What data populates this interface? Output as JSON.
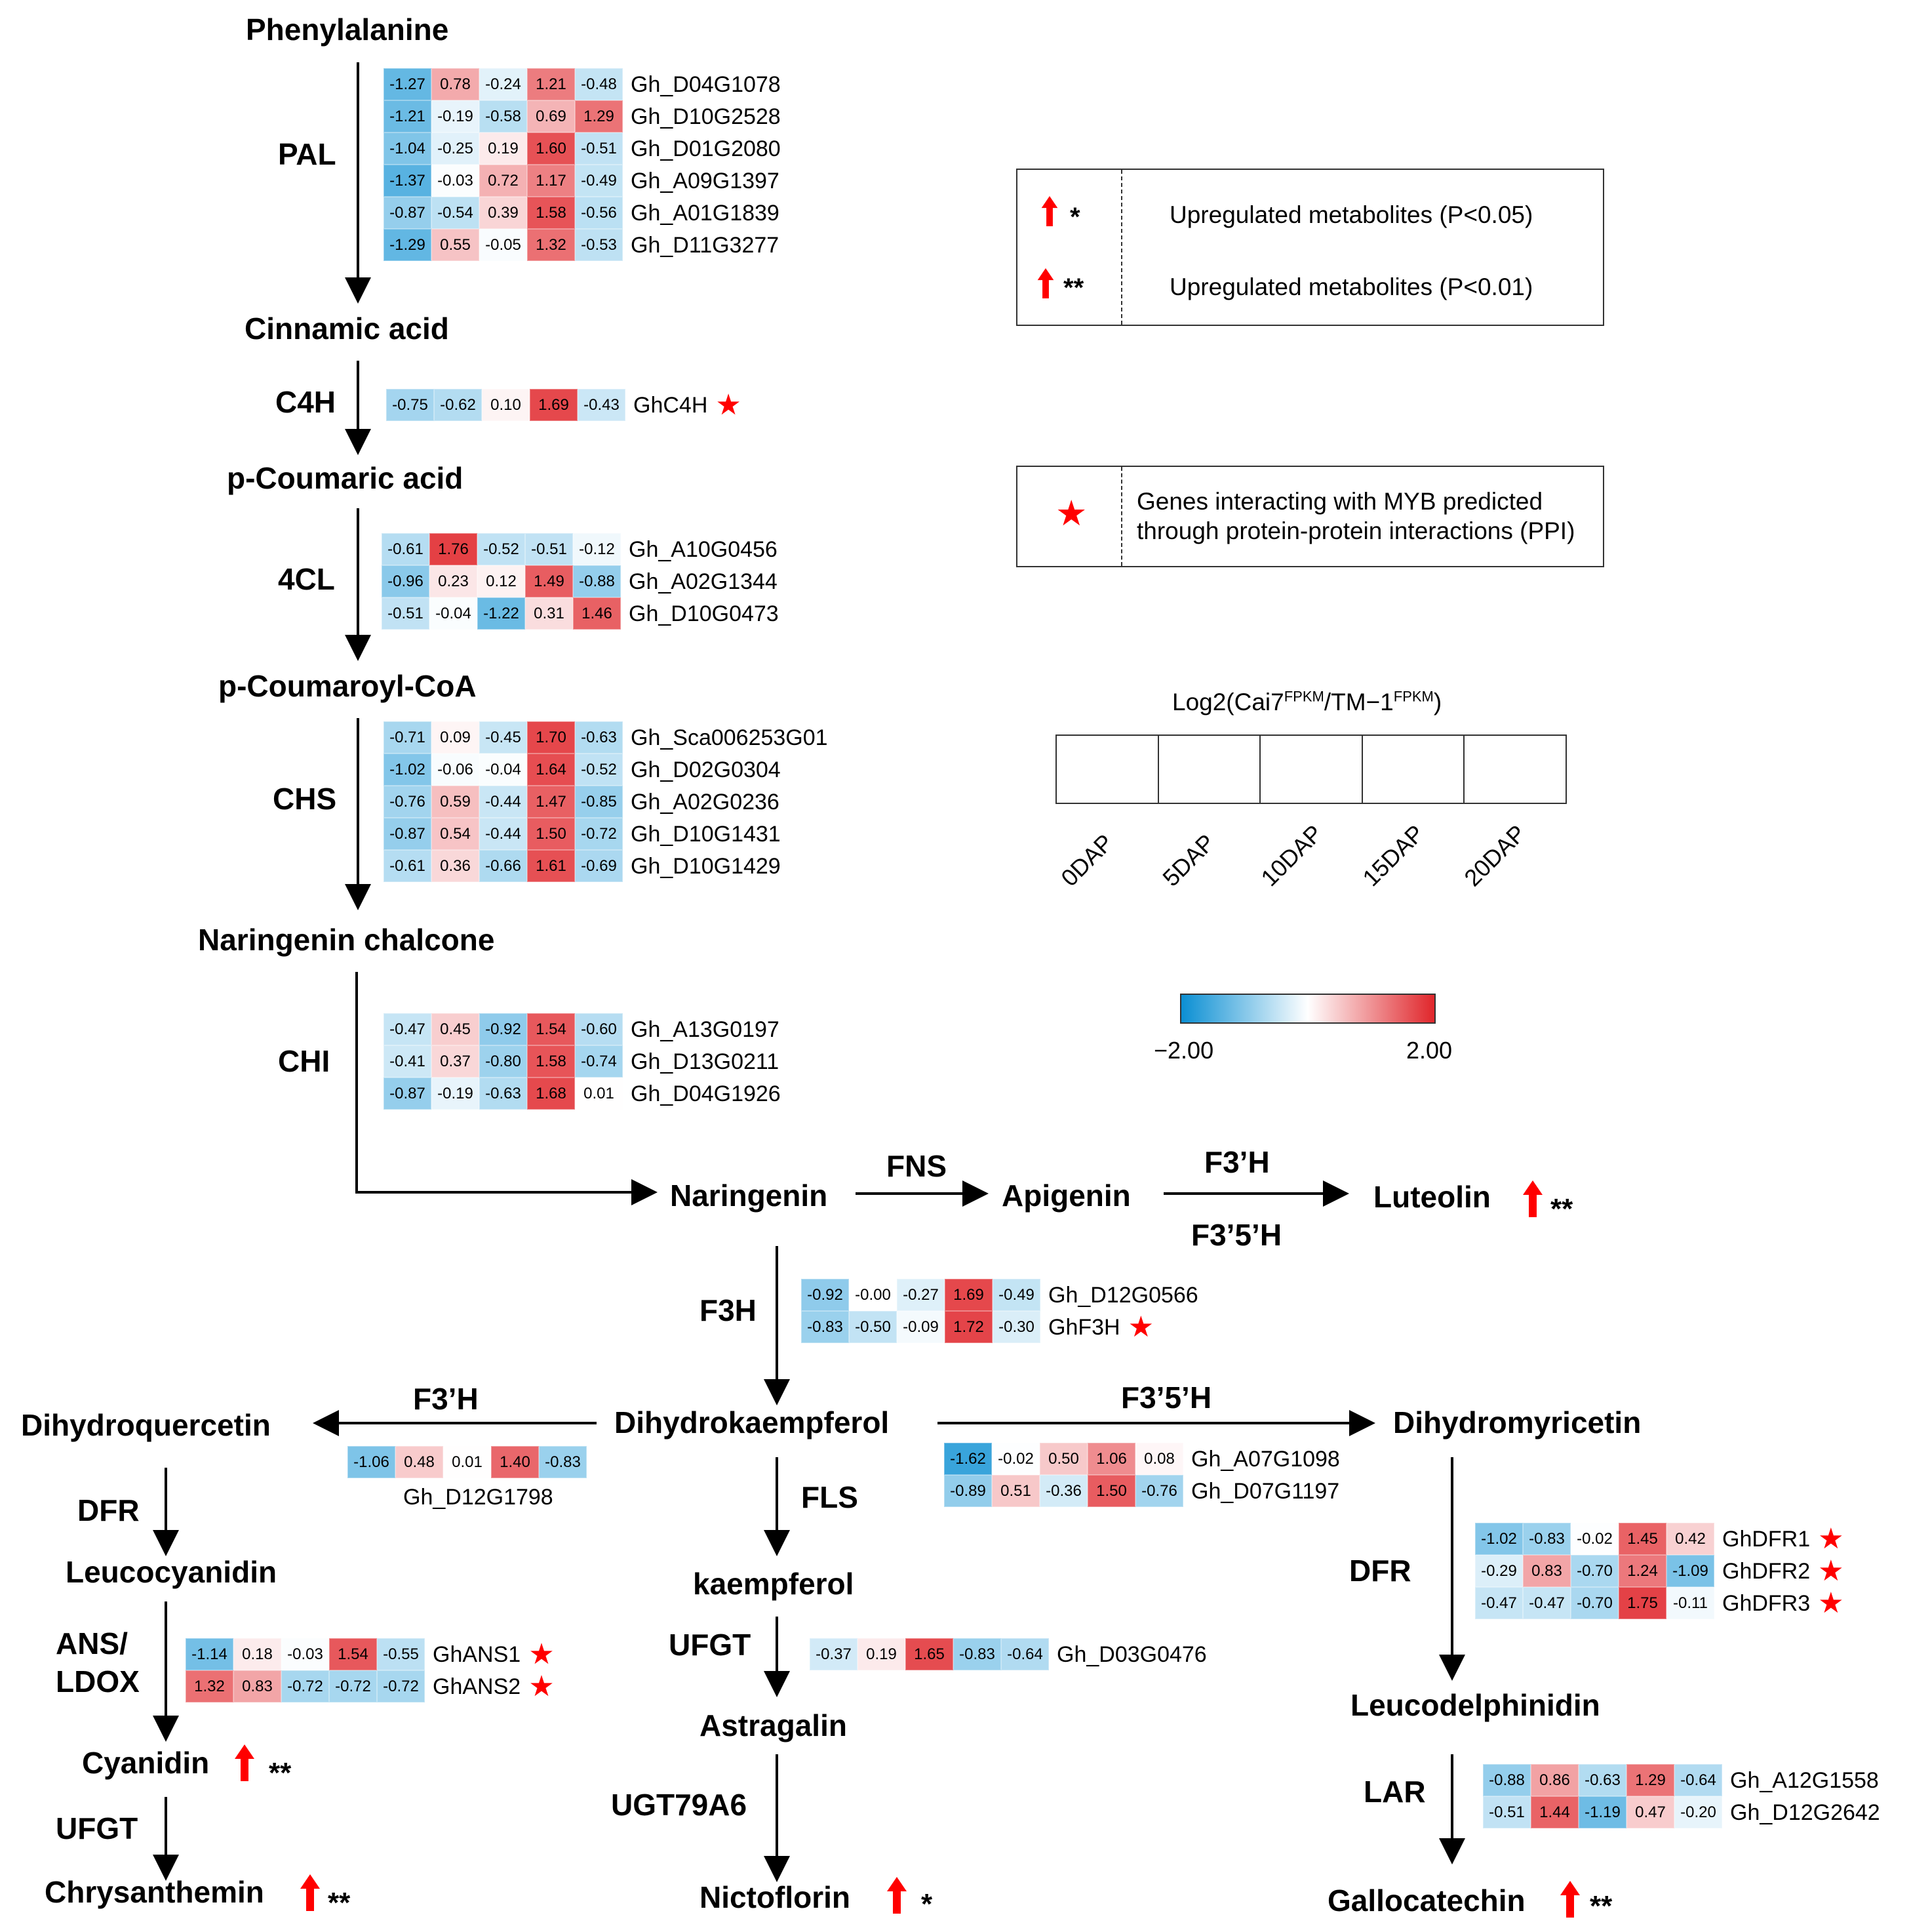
{
  "compounds": {
    "phenylalanine": "Phenylalanine",
    "cinnamic": "Cinnamic acid",
    "pcoumaric": "p-Coumaric acid",
    "pcoumaroyl": "p-Coumaroyl-CoA",
    "naringenin_chalcone": "Naringenin chalcone",
    "naringenin": "Naringenin",
    "apigenin": "Apigenin",
    "luteolin": "Luteolin",
    "dihydrokaempferol": "Dihydrokaempferol",
    "dihydroquercetin": "Dihydroquercetin",
    "dihydromyricetin": "Dihydromyricetin",
    "leucocyanidin": "Leucocyanidin",
    "cyanidin": "Cyanidin",
    "chrysanthemin": "Chrysanthemin",
    "kaempferol": "kaempferol",
    "astragalin": "Astragalin",
    "nictoflorin": "Nictoflorin",
    "leucodelphinidin": "Leucodelphinidin",
    "gallocatechin": "Gallocatechin"
  },
  "enzymes": {
    "pal": "PAL",
    "c4h": "C4H",
    "cl4": "4CL",
    "chs": "CHS",
    "chi": "CHI",
    "fns": "FNS",
    "f3h_top": "F3’H",
    "f35h_top": "F3’5’H",
    "f3h": "F3H",
    "f3ph_left": "F3’H",
    "f35h_right": "F3’5’H",
    "fls": "FLS",
    "dfr_left": "DFR",
    "ans1": "ANS/",
    "ans2": "LDOX",
    "ufgt_left": "UFGT",
    "ufgt_mid": "UFGT",
    "ugt": "UGT79A6",
    "dfr_right": "DFR",
    "lar": "LAR"
  },
  "significance": {
    "luteolin": "**",
    "cyanidin": "**",
    "chrysanthemin": "**",
    "nictoflorin": "*",
    "gallocatechin": "**"
  },
  "heatmaps": {
    "pal": {
      "genes": [
        "Gh_D04G1078",
        "Gh_D10G2528",
        "Gh_D01G2080",
        "Gh_A09G1397",
        "Gh_A01G1839",
        "Gh_D11G3277"
      ],
      "values": [
        [
          -1.27,
          0.78,
          -0.24,
          1.21,
          -0.48
        ],
        [
          -1.21,
          -0.19,
          -0.58,
          0.69,
          1.29
        ],
        [
          -1.04,
          -0.25,
          0.19,
          1.6,
          -0.51
        ],
        [
          -1.37,
          -0.03,
          0.72,
          1.17,
          -0.49
        ],
        [
          -0.87,
          -0.54,
          0.39,
          1.58,
          -0.56
        ],
        [
          -1.29,
          0.55,
          -0.05,
          1.32,
          -0.53
        ]
      ],
      "labels": [
        [
          "-1.27",
          "0.78",
          "-0.24",
          "1.21",
          "-0.48"
        ],
        [
          "-1.21",
          "-0.19",
          "-0.58",
          "0.69",
          "1.29"
        ],
        [
          "-1.04",
          "-0.25",
          "0.19",
          "1.60",
          "-0.51"
        ],
        [
          "-1.37",
          "-0.03",
          "0.72",
          "1.17",
          "-0.49"
        ],
        [
          "-0.87",
          "-0.54",
          "0.39",
          "1.58",
          "-0.56"
        ],
        [
          "-1.29",
          "0.55",
          "-0.05",
          "1.32",
          "-0.53"
        ]
      ],
      "stars": [
        false,
        false,
        false,
        false,
        false,
        false
      ]
    },
    "c4h": {
      "genes": [
        "GhC4H"
      ],
      "values": [
        [
          -0.75,
          -0.62,
          0.1,
          1.69,
          -0.43
        ]
      ],
      "labels": [
        [
          "-0.75",
          "-0.62",
          "0.10",
          "1.69",
          "-0.43"
        ]
      ],
      "stars": [
        true
      ]
    },
    "cl4": {
      "genes": [
        "Gh_A10G0456",
        "Gh_A02G1344",
        "Gh_D10G0473"
      ],
      "values": [
        [
          -0.61,
          1.76,
          -0.52,
          -0.51,
          -0.12
        ],
        [
          -0.96,
          0.23,
          0.12,
          1.49,
          -0.88
        ],
        [
          -0.51,
          -0.04,
          -1.22,
          0.31,
          1.46
        ]
      ],
      "labels": [
        [
          "-0.61",
          "1.76",
          "-0.52",
          "-0.51",
          "-0.12"
        ],
        [
          "-0.96",
          "0.23",
          "0.12",
          "1.49",
          "-0.88"
        ],
        [
          "-0.51",
          "-0.04",
          "-1.22",
          "0.31",
          "1.46"
        ]
      ],
      "stars": [
        false,
        false,
        false
      ]
    },
    "chs": {
      "genes": [
        "Gh_Sca006253G01",
        "Gh_D02G0304",
        "Gh_A02G0236",
        "Gh_D10G1431",
        "Gh_D10G1429"
      ],
      "values": [
        [
          -0.71,
          0.09,
          -0.45,
          1.7,
          -0.63
        ],
        [
          -1.02,
          -0.06,
          -0.04,
          1.64,
          -0.52
        ],
        [
          -0.76,
          0.59,
          -0.44,
          1.47,
          -0.85
        ],
        [
          -0.87,
          0.54,
          -0.44,
          1.5,
          -0.72
        ],
        [
          -0.61,
          0.36,
          -0.66,
          1.61,
          -0.69
        ]
      ],
      "labels": [
        [
          "-0.71",
          "0.09",
          "-0.45",
          "1.70",
          "-0.63"
        ],
        [
          "-1.02",
          "-0.06",
          "-0.04",
          "1.64",
          "-0.52"
        ],
        [
          "-0.76",
          "0.59",
          "-0.44",
          "1.47",
          "-0.85"
        ],
        [
          "-0.87",
          "0.54",
          "-0.44",
          "1.50",
          "-0.72"
        ],
        [
          "-0.61",
          "0.36",
          "-0.66",
          "1.61",
          "-0.69"
        ]
      ],
      "stars": [
        false,
        false,
        false,
        false,
        false
      ]
    },
    "chi": {
      "genes": [
        "Gh_A13G0197",
        "Gh_D13G0211",
        "Gh_D04G1926"
      ],
      "values": [
        [
          -0.47,
          0.45,
          -0.92,
          1.54,
          -0.6
        ],
        [
          -0.41,
          0.37,
          -0.8,
          1.58,
          -0.74
        ],
        [
          -0.87,
          -0.19,
          -0.63,
          1.68,
          0.01
        ]
      ],
      "labels": [
        [
          "-0.47",
          "0.45",
          "-0.92",
          "1.54",
          "-0.60"
        ],
        [
          "-0.41",
          "0.37",
          "-0.80",
          "1.58",
          "-0.74"
        ],
        [
          "-0.87",
          "-0.19",
          "-0.63",
          "1.68",
          "0.01"
        ]
      ],
      "stars": [
        false,
        false,
        false
      ]
    },
    "f3h": {
      "genes": [
        "Gh_D12G0566",
        "GhF3H"
      ],
      "values": [
        [
          -0.92,
          -0.0,
          -0.27,
          1.69,
          -0.49
        ],
        [
          -0.83,
          -0.5,
          -0.09,
          1.72,
          -0.3
        ]
      ],
      "labels": [
        [
          "-0.92",
          "-0.00",
          "-0.27",
          "1.69",
          "-0.49"
        ],
        [
          "-0.83",
          "-0.50",
          "-0.09",
          "1.72",
          "-0.30"
        ]
      ],
      "stars": [
        false,
        true
      ]
    },
    "f3ph": {
      "genes": [
        "Gh_D12G1798"
      ],
      "values": [
        [
          -1.06,
          0.48,
          0.01,
          1.4,
          -0.83
        ]
      ],
      "labels": [
        [
          "-1.06",
          "0.48",
          "0.01",
          "1.40",
          "-0.83"
        ]
      ],
      "stars": [
        false
      ]
    },
    "f35h": {
      "genes": [
        "Gh_A07G1098",
        "Gh_D07G1197"
      ],
      "values": [
        [
          -1.62,
          -0.02,
          0.5,
          1.06,
          0.08
        ],
        [
          -0.89,
          0.51,
          -0.36,
          1.5,
          -0.76
        ]
      ],
      "labels": [
        [
          "-1.62",
          "-0.02",
          "0.50",
          "1.06",
          "0.08"
        ],
        [
          "-0.89",
          "0.51",
          "-0.36",
          "1.50",
          "-0.76"
        ]
      ],
      "stars": [
        false,
        false
      ]
    },
    "ans": {
      "genes": [
        "GhANS1",
        "GhANS2"
      ],
      "values": [
        [
          -1.14,
          0.18,
          -0.03,
          1.54,
          -0.55
        ],
        [
          1.32,
          0.83,
          -0.72,
          -0.72,
          -0.72
        ]
      ],
      "labels": [
        [
          "-1.14",
          "0.18",
          "-0.03",
          "1.54",
          "-0.55"
        ],
        [
          "1.32",
          "0.83",
          "-0.72",
          "-0.72",
          "-0.72"
        ]
      ],
      "stars": [
        true,
        true
      ]
    },
    "ufgt": {
      "genes": [
        "Gh_D03G0476"
      ],
      "values": [
        [
          -0.37,
          0.19,
          1.65,
          -0.83,
          -0.64
        ]
      ],
      "labels": [
        [
          "-0.37",
          "0.19",
          "1.65",
          "-0.83",
          "-0.64"
        ]
      ],
      "stars": [
        false
      ]
    },
    "dfr": {
      "genes": [
        "GhDFR1",
        "GhDFR2",
        "GhDFR3"
      ],
      "values": [
        [
          -1.02,
          -0.83,
          -0.02,
          1.45,
          0.42
        ],
        [
          -0.29,
          0.83,
          -0.7,
          1.24,
          -1.09
        ],
        [
          -0.47,
          -0.47,
          -0.7,
          1.75,
          -0.11
        ]
      ],
      "labels": [
        [
          "-1.02",
          "-0.83",
          "-0.02",
          "1.45",
          "0.42"
        ],
        [
          "-0.29",
          "0.83",
          "-0.70",
          "1.24",
          "-1.09"
        ],
        [
          "-0.47",
          "-0.47",
          "-0.70",
          "1.75",
          "-0.11"
        ]
      ],
      "stars": [
        true,
        true,
        true
      ]
    },
    "lar": {
      "genes": [
        "Gh_A12G1558",
        "Gh_D12G2642"
      ],
      "values": [
        [
          -0.88,
          0.86,
          -0.63,
          1.29,
          -0.64
        ],
        [
          -0.51,
          1.44,
          -1.19,
          0.47,
          -0.2
        ]
      ],
      "labels": [
        [
          "-0.88",
          "0.86",
          "-0.63",
          "1.29",
          "-0.64"
        ],
        [
          "-0.51",
          "1.44",
          "-1.19",
          "0.47",
          "-0.20"
        ]
      ],
      "stars": [
        false,
        false
      ]
    }
  },
  "legend": {
    "sig1_mark": "*",
    "sig1_text": "Upregulated metabolites (P<0.05)",
    "sig2_mark": "**",
    "sig2_text": "Upregulated metabolites (P<0.01)",
    "ppi_line1": "Genes interacting with MYB predicted",
    "ppi_line2": "through protein-protein interactions (PPI)",
    "scale_title_pre": "Log2(Cai7",
    "scale_sup1": "FPKM",
    "scale_mid": "/TM−1",
    "scale_sup2": "FPKM",
    "scale_title_post": ")",
    "columns": [
      "0DAP",
      "5DAP",
      "10DAP",
      "15DAP",
      "20DAP"
    ],
    "color_min": "−2.00",
    "color_max": "2.00"
  },
  "colors": {
    "low": "#0b8fd3",
    "mid": "#ffffff",
    "high": "#e0262b",
    "accent_red": "#ff0000"
  }
}
